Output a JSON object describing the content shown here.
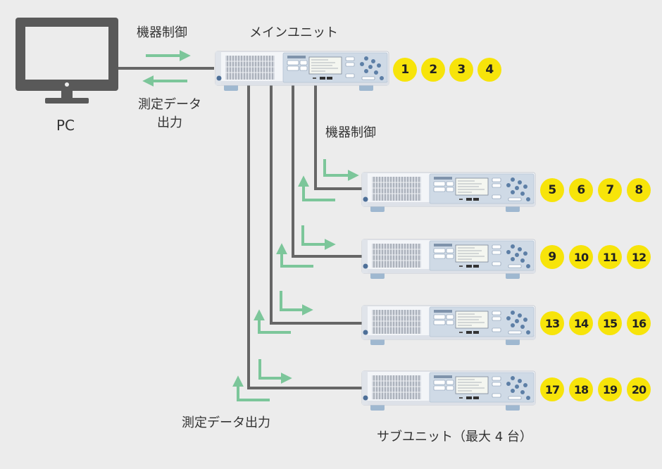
{
  "labels": {
    "pc": "PC",
    "main_unit": "メインユニット",
    "pc_control": "機器制御",
    "pc_output_line1": "測定データ",
    "pc_output_line2": "出力",
    "sub_control": "機器制御",
    "sub_output": "測定データ出力",
    "sub_units": "サブユニット（最大 4 台）"
  },
  "units": [
    {
      "role": "main",
      "channels": [
        "1",
        "2",
        "3",
        "4"
      ]
    },
    {
      "role": "sub",
      "channels": [
        "5",
        "6",
        "7",
        "8"
      ]
    },
    {
      "role": "sub",
      "channels": [
        "9",
        "10",
        "11",
        "12"
      ]
    },
    {
      "role": "sub",
      "channels": [
        "13",
        "14",
        "15",
        "16"
      ]
    },
    {
      "role": "sub",
      "channels": [
        "17",
        "18",
        "19",
        "20"
      ]
    }
  ],
  "colors": {
    "background": "#ececec",
    "cable": "#666666",
    "arrow": "#7cc69a",
    "badge": "#f7e40a",
    "monitor": "#595959"
  }
}
